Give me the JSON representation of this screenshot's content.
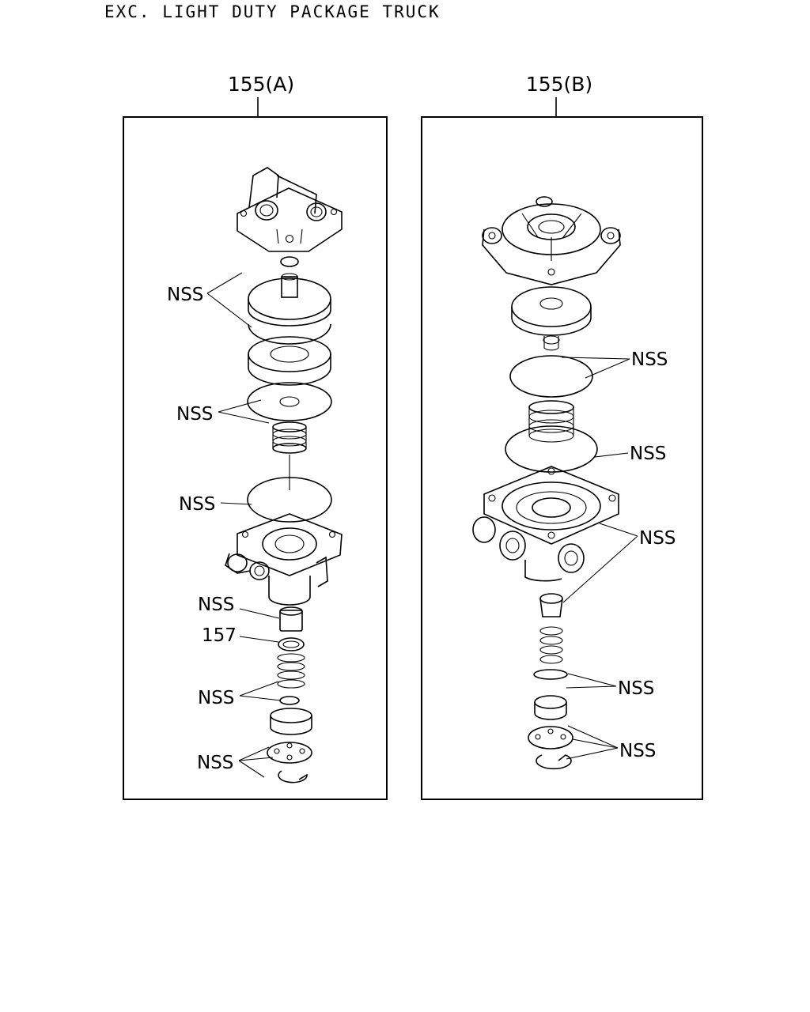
{
  "header": {
    "title": "EXC. LIGHT DUTY PACKAGE TRUCK"
  },
  "panel_a": {
    "caption": "155(A)",
    "callouts": [
      "NSS",
      "NSS",
      "NSS",
      "NSS",
      "157",
      "NSS",
      "NSS"
    ]
  },
  "panel_b": {
    "caption": "155(B)",
    "callouts": [
      "NSS",
      "NSS",
      "NSS",
      "NSS",
      "NSS"
    ]
  }
}
